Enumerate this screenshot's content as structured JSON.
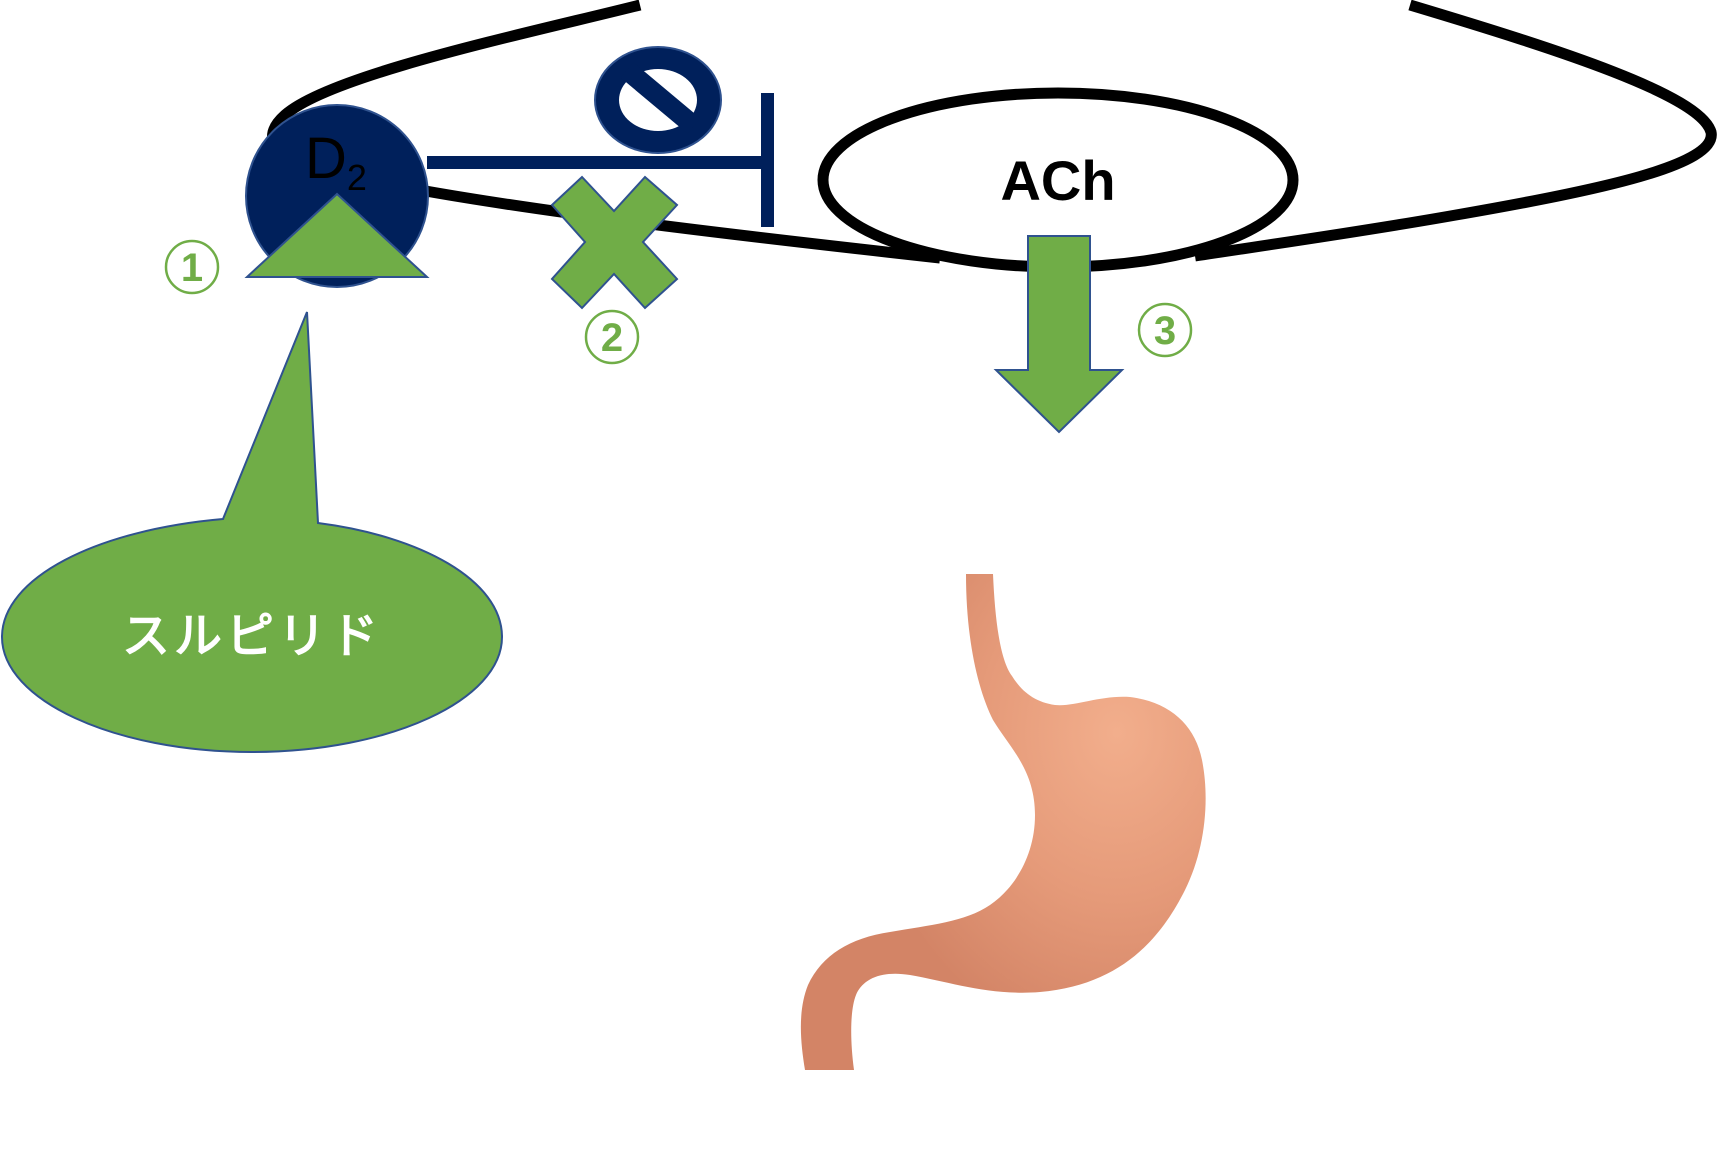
{
  "colors": {
    "receptor": "#00205b",
    "receptor_edge": "#2f528f",
    "drug_green": "#70ad47",
    "drug_edge": "#2f528f",
    "number_green": "#70ad47",
    "nerve": "#000000",
    "stomach_base": "#d38466",
    "stomach_highlight": "#f2ae8c"
  },
  "receptor": {
    "label": "D",
    "subscript": "2"
  },
  "neurotransmitter": {
    "label": "ACh"
  },
  "drug": {
    "name": "スルピリド"
  },
  "steps": [
    {
      "number": "1",
      "meaning": "drug binds D2 receptor"
    },
    {
      "number": "2",
      "meaning": "inhibition is blocked"
    },
    {
      "number": "3",
      "meaning": "ACh release increases"
    }
  ],
  "icons": {
    "inhibition": "prohibition-sign",
    "block": "x-mark",
    "release": "down-arrow",
    "organ": "stomach"
  }
}
